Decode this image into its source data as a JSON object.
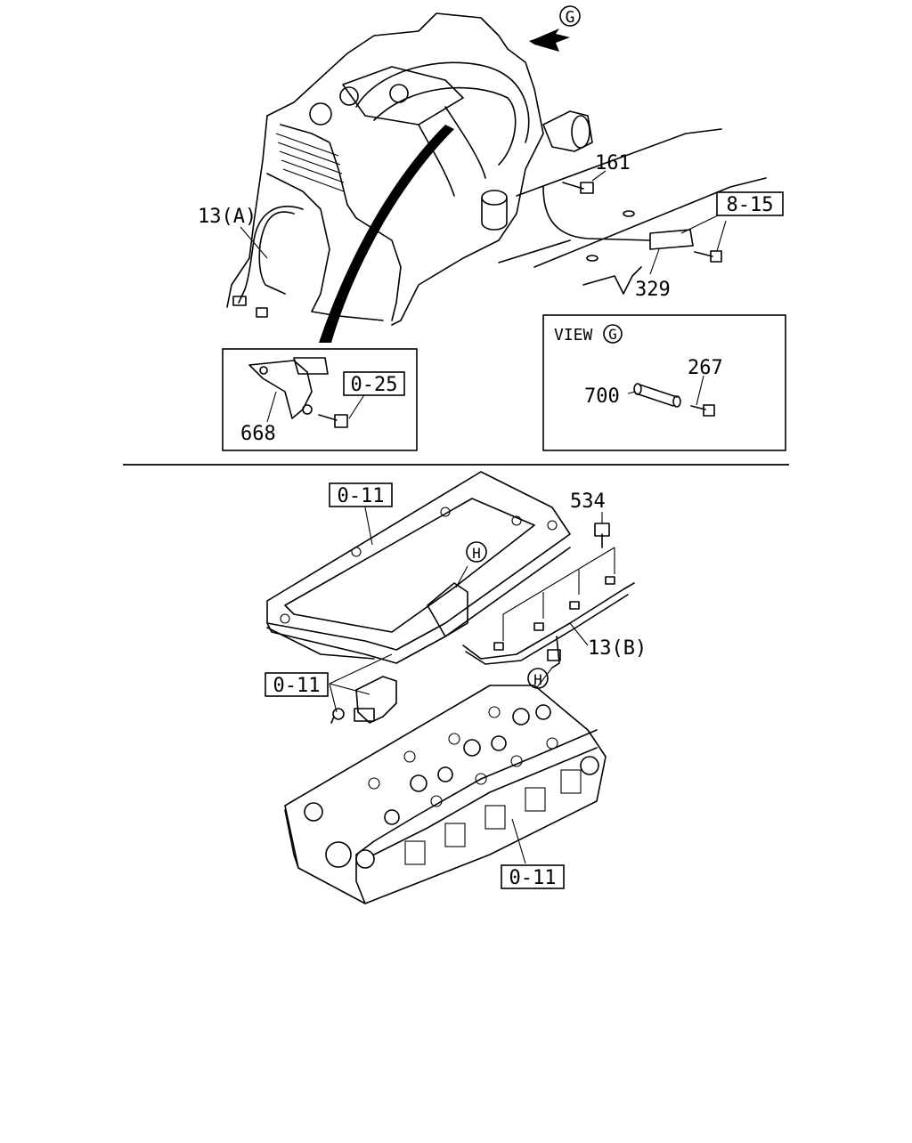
{
  "labels": {
    "g_marker": "G",
    "h_marker_top": "H",
    "h_marker_bottom": "H",
    "view_text": "VIEW",
    "view_marker": "G",
    "p161": "161",
    "p13a": "13(A)",
    "p8_15": "8-15",
    "p329": "329",
    "p0_25": "0-25",
    "p668": "668",
    "p267": "267",
    "p700": "700",
    "p534": "534",
    "p0_11_top": "0-11",
    "p0_11_left": "0-11",
    "p0_11_bottom": "0-11",
    "p13b": "13(B)"
  }
}
